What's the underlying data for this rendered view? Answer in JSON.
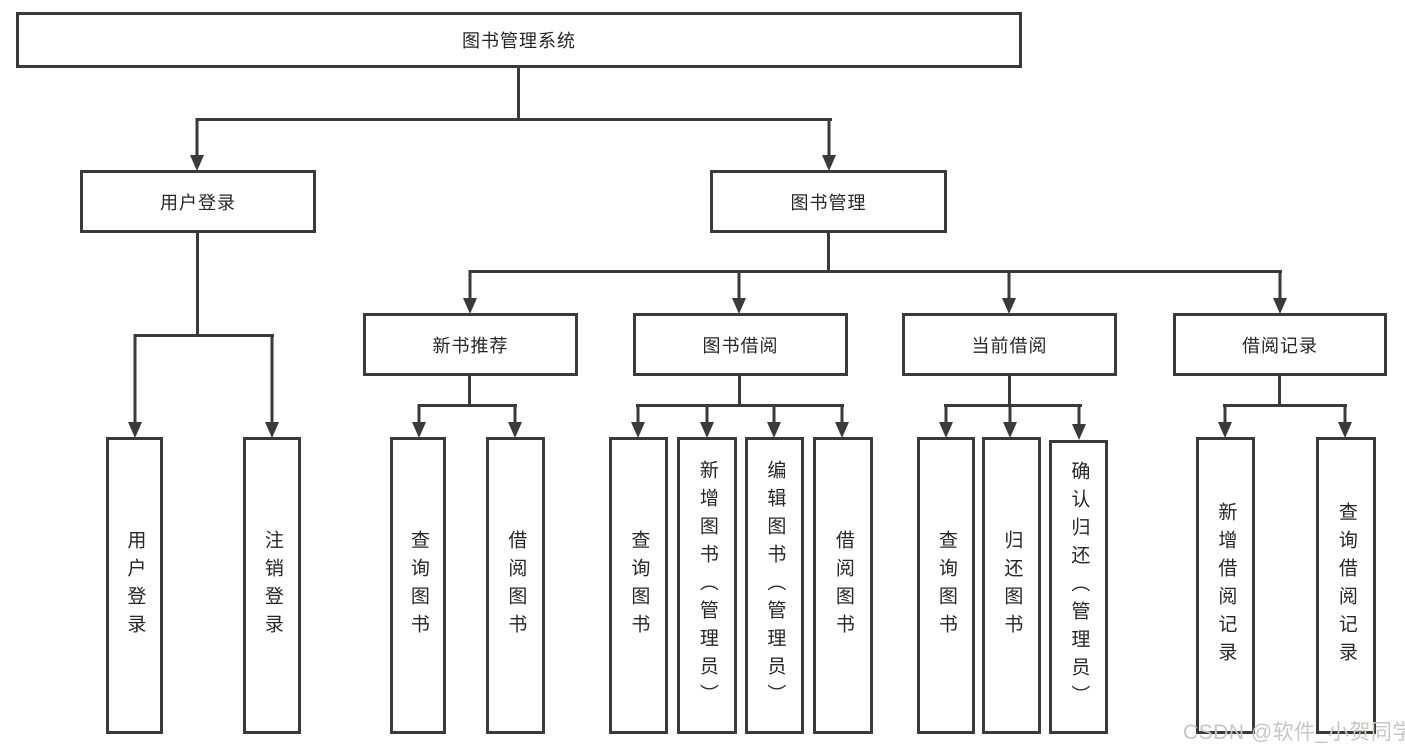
{
  "diagram": {
    "root": {
      "label": "图书管理系统"
    },
    "level2": {
      "user_login": {
        "label": "用户登录",
        "children": [
          "用户登录",
          "注销登录"
        ]
      },
      "book_mgmt": {
        "label": "图书管理"
      }
    },
    "level3": [
      {
        "label": "新书推荐",
        "children": [
          "查询图书",
          "借阅图书"
        ]
      },
      {
        "label": "图书借阅",
        "children": [
          "查询图书",
          "新增图书（管理员）",
          "编辑图书（管理员）",
          "借阅图书"
        ]
      },
      {
        "label": "当前借阅",
        "children": [
          "查询图书",
          "归还图书",
          "确认归还（管理员）"
        ]
      },
      {
        "label": "借阅记录",
        "children": [
          "新增借阅记录",
          "查询借阅记录"
        ]
      }
    ],
    "watermark": "CSDN @软件_小贺同学"
  },
  "colors": {
    "line": "#3a3a3a",
    "text": "#262626",
    "watermark": "#cbc4c4",
    "bg": "#ffffff"
  }
}
